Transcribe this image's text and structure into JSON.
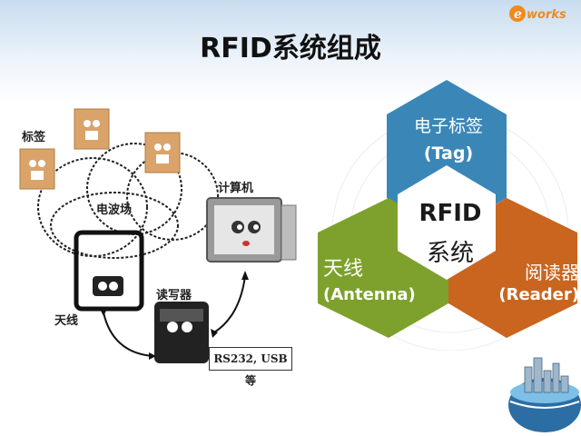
{
  "title": "RFID系统组成",
  "logo_text": "eworks",
  "illustration": {
    "tag_label": "标签",
    "field_label": "电波场",
    "computer_label": "计算机",
    "antenna_label": "天线",
    "reader_label": "读写器",
    "interface_label": "RS232, USB等"
  },
  "diagram": {
    "center_line1": "RFID",
    "center_line2": "系统",
    "tag_cn": "电子标签",
    "tag_en": "(Tag)",
    "antenna_cn": "天线",
    "antenna_en": "(Antenna)",
    "reader_cn": "阅读器",
    "reader_en": "(Reader)"
  },
  "colors": {
    "tag": "#3a87b7",
    "antenna": "#7da12c",
    "reader": "#c9651f",
    "logo": "#f08a1c"
  }
}
